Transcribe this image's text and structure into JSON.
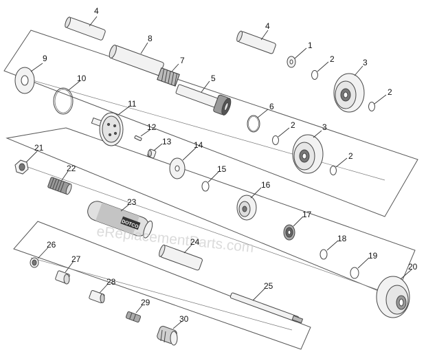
{
  "diagram": {
    "watermark": "eReplacementParts.com",
    "brand_label": "DOTCO",
    "colors": {
      "line": "#444444",
      "part_fill": "#f2f2f2",
      "part_dark": "#777777",
      "part_shade": "#cfcfcf",
      "frame": "#555555",
      "watermark": "#c9c9c9"
    },
    "callouts": [
      {
        "id": "4a",
        "label": "4"
      },
      {
        "id": "8",
        "label": "8"
      },
      {
        "id": "7",
        "label": "7"
      },
      {
        "id": "5",
        "label": "5"
      },
      {
        "id": "4b",
        "label": "4"
      },
      {
        "id": "1",
        "label": "1"
      },
      {
        "id": "2a",
        "label": "2"
      },
      {
        "id": "3a",
        "label": "3"
      },
      {
        "id": "2b",
        "label": "2"
      },
      {
        "id": "9",
        "label": "9"
      },
      {
        "id": "10",
        "label": "10"
      },
      {
        "id": "11",
        "label": "11"
      },
      {
        "id": "6",
        "label": "6"
      },
      {
        "id": "2c",
        "label": "2"
      },
      {
        "id": "3b",
        "label": "3"
      },
      {
        "id": "2d",
        "label": "2"
      },
      {
        "id": "12",
        "label": "12"
      },
      {
        "id": "13",
        "label": "13"
      },
      {
        "id": "14",
        "label": "14"
      },
      {
        "id": "15",
        "label": "15"
      },
      {
        "id": "21",
        "label": "21"
      },
      {
        "id": "22",
        "label": "22"
      },
      {
        "id": "16",
        "label": "16"
      },
      {
        "id": "23",
        "label": "23"
      },
      {
        "id": "17",
        "label": "17"
      },
      {
        "id": "24",
        "label": "24"
      },
      {
        "id": "18",
        "label": "18"
      },
      {
        "id": "19",
        "label": "19"
      },
      {
        "id": "20",
        "label": "20"
      },
      {
        "id": "26",
        "label": "26"
      },
      {
        "id": "27",
        "label": "27"
      },
      {
        "id": "28",
        "label": "28"
      },
      {
        "id": "25",
        "label": "25"
      },
      {
        "id": "29",
        "label": "29"
      },
      {
        "id": "30",
        "label": "30"
      }
    ]
  }
}
